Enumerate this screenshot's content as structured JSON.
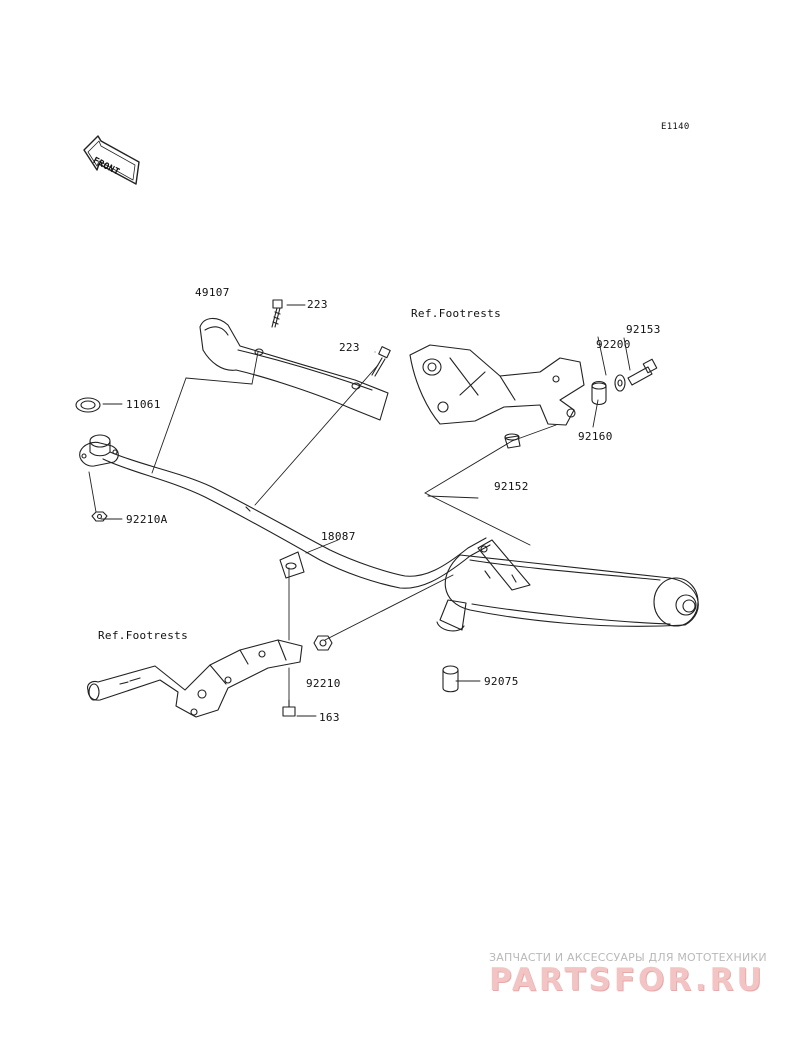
{
  "diagram": {
    "code": "E1140",
    "front_label": "FRONT",
    "parts": {
      "p49107": "49107",
      "p223a": "223",
      "p223b": "223",
      "p11061": "11061",
      "p92210a": "92210A",
      "p18087": "18087",
      "p92210": "92210",
      "p163": "163",
      "p92075": "92075",
      "p92153": "92153",
      "p92200": "92200",
      "p92160": "92160",
      "p92152": "92152"
    },
    "refs": {
      "footrests_top": "Ref.Footrests",
      "footrests_bottom": "Ref.Footrests"
    }
  },
  "watermark": {
    "tagline": "ЗАПЧАСТИ И АКСЕССУАРЫ ДЛЯ МОТОТЕХНИКИ",
    "brand": "PARTSFOR.RU"
  }
}
